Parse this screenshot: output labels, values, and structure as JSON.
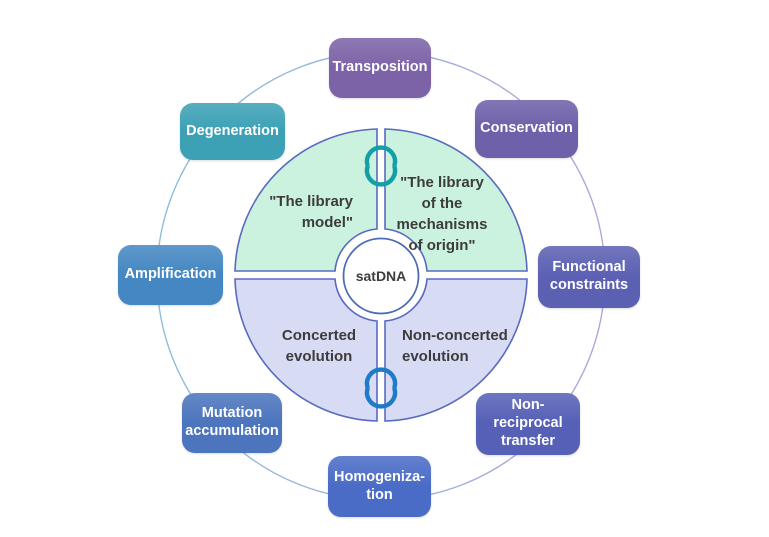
{
  "center": {
    "label": "satDNA",
    "fill": "#FFFFFF",
    "border_color": "#4C6CB4"
  },
  "ring": {
    "color_left": "#8CBEDC",
    "color_right": "#B1A6D8"
  },
  "quadrants": {
    "library_model": {
      "label": "\"The library\nmodel\"",
      "fill": "#CBF2DE",
      "border_color": "#5A6ABF"
    },
    "library_mechanisms": {
      "label": "\"The library\nof the\nmechanisms\nof origin\"",
      "fill": "#CBF2DE",
      "border_color": "#5A6ABF"
    },
    "concerted_evolution": {
      "label": "Concerted\nevolution",
      "fill": "#D8DBF4",
      "border_color": "#5A6ABF"
    },
    "non_concerted_evolution": {
      "label": "Non-concerted\nevolution",
      "fill": "#D8DBF4",
      "border_color": "#5A6ABF"
    }
  },
  "boxes": {
    "transposition": {
      "label": "Transposition",
      "color": "#7C63A7"
    },
    "degeneration": {
      "label": "Degeneration",
      "color": "#3CA1B5"
    },
    "conservation": {
      "label": "Conservation",
      "color": "#6E60A9"
    },
    "amplification": {
      "label": "Amplification",
      "color": "#4587C2"
    },
    "functional_constraints": {
      "label": "Functional\nconstraints",
      "color": "#5B60B3"
    },
    "mutation_accumulation": {
      "label": "Mutation\naccumulation",
      "color": "#4C75BD"
    },
    "non_reciprocal_transfer": {
      "label": "Non-\nreciprocal\ntransfer",
      "color": "#5560B6"
    },
    "homogenization": {
      "label": "Homogeniza-\ntion",
      "color": "#4A6CC6"
    }
  },
  "icons": {
    "top_cycle": {
      "name": "cycle-arrows-icon",
      "color": "#129FA8"
    },
    "bottom_cycle": {
      "name": "cycle-arrows-icon",
      "color": "#1E7BC8"
    }
  }
}
